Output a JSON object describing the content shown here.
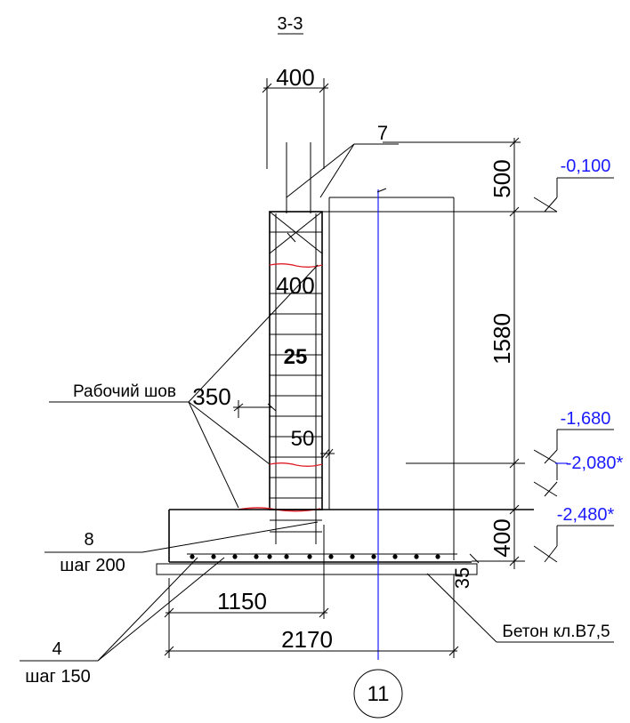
{
  "section_title": "3-3",
  "dimensions": {
    "top_width": "400",
    "top_500": "500",
    "height_1580": "1580",
    "inner_400": "400",
    "d25": "25",
    "d350": "350",
    "d50": "50",
    "base_400": "400",
    "d35": "35",
    "d1150": "1150",
    "d2170": "2170"
  },
  "elevations": [
    "-0,100",
    "-1,680",
    "-2,080*",
    "-2,480*"
  ],
  "callouts": {
    "mark7": "7",
    "working_joint": "Рабочий шов",
    "bar8_num": "8",
    "bar8_step": "шаг 200",
    "bar4_num": "4",
    "bar4_step": "шаг 150",
    "concrete": "Бетон кл.В7,5"
  },
  "axis_label": "11",
  "colors": {
    "line": "#000000",
    "elevation": "#1a1aff",
    "joint": "#e0202a",
    "axis": "#1a1aff"
  }
}
